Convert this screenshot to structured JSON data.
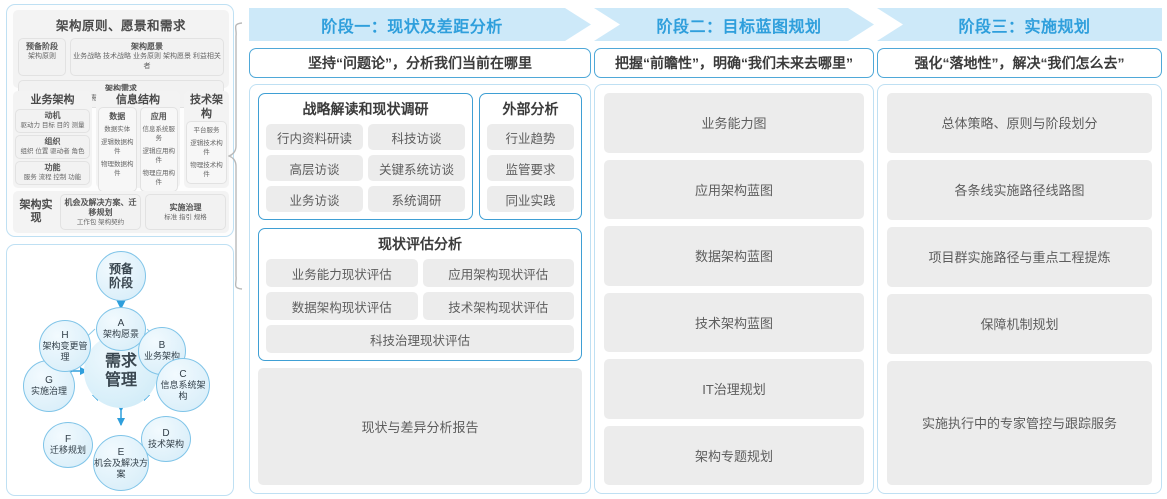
{
  "left_panel": {
    "togaf": {
      "title": "架构原则、愿景和需求",
      "prep": {
        "head": "预备阶段",
        "sub": "架构原则"
      },
      "vision": {
        "head": "架构愿景",
        "sub": "业务战略 技术战略 业务原则 架构愿景 利益相关者"
      },
      "requirements": {
        "head": "架构需求",
        "sub": "需求   约束   假设   差距"
      },
      "business": {
        "title": "业务架构",
        "items": [
          {
            "head": "动机",
            "sub": "驱动力 目标 目的 测量"
          },
          {
            "head": "组织",
            "sub": "组织 位置 驱动者 角色"
          },
          {
            "head": "功能",
            "sub": "服务 流程 控制 功能"
          }
        ]
      },
      "information": {
        "title": "信息结构",
        "data_col": [
          "数据",
          "数据实体",
          "逻辑数据构件",
          "物理数据构件"
        ],
        "app_col": [
          "应用",
          "信息系统服务",
          "逻辑应用构件",
          "物理应用构件"
        ]
      },
      "technology": {
        "title": "技术架构",
        "items": [
          "平台服务",
          "逻辑技术构件",
          "物理技术构件"
        ]
      },
      "realization": {
        "label": "架构实现",
        "boxes": [
          {
            "head": "机会及解决方案、迁移规划",
            "sub": "工作包  架构契约"
          },
          {
            "head": "实施治理",
            "sub": "标准  指引  规格"
          }
        ]
      }
    },
    "cycle": {
      "center": {
        "line1": "需求",
        "line2": "管理"
      },
      "prep": {
        "line1": "预备",
        "line2": "阶段"
      },
      "nodes": [
        {
          "id": "A",
          "label": "架构愿景"
        },
        {
          "id": "B",
          "label": "业务架构"
        },
        {
          "id": "C",
          "label": "信息系统架构"
        },
        {
          "id": "D",
          "label": "技术架构"
        },
        {
          "id": "E",
          "label": "机会及解决方案"
        },
        {
          "id": "F",
          "label": "迁移规划"
        },
        {
          "id": "G",
          "label": "实施治理"
        },
        {
          "id": "H",
          "label": "架构变更管理"
        }
      ]
    }
  },
  "phases": [
    {
      "banner": "阶段一：现状及差距分析",
      "subtitle": "坚持“问题论”，分析我们当前在哪里"
    },
    {
      "banner": "阶段二：目标蓝图规划",
      "subtitle": "把握“前瞻性”，明确“我们未来去哪里”"
    },
    {
      "banner": "阶段三：实施规划",
      "subtitle": "强化“落地性”，解决“我们怎么去”"
    }
  ],
  "phase1": {
    "strategy_box": {
      "title": "战略解读和现状调研",
      "chips": [
        "行内资料研读",
        "科技访谈",
        "高层访谈",
        "关键系统访谈",
        "业务访谈",
        "系统调研"
      ]
    },
    "external_box": {
      "title": "外部分析",
      "chips": [
        "行业趋势",
        "监管要求",
        "同业实践"
      ]
    },
    "assessment_box": {
      "title": "现状评估分析",
      "chips": [
        "业务能力现状评估",
        "应用架构现状评估",
        "数据架构现状评估",
        "技术架构现状评估"
      ],
      "full_chip": "科技治理现状评估"
    },
    "report": "现状与差异分析报告"
  },
  "phase2": {
    "items": [
      "业务能力图",
      "应用架构蓝图",
      "数据架构蓝图",
      "技术架构蓝图",
      "IT治理规划",
      "架构专题规划"
    ]
  },
  "phase3": {
    "items": [
      "总体策略、原则与阶段划分",
      "各条线实施路径线路图",
      "项目群实施路径与重点工程提炼",
      "保障机制规划",
      "实施执行中的专家管控与跟踪服务"
    ]
  },
  "colors": {
    "banner_bg": "#cde9f9",
    "banner_text": "#2f9fdc",
    "card_border": "#bfe0f3",
    "blue_box_border": "#3f9fd4",
    "chip_bg": "#ececec"
  }
}
